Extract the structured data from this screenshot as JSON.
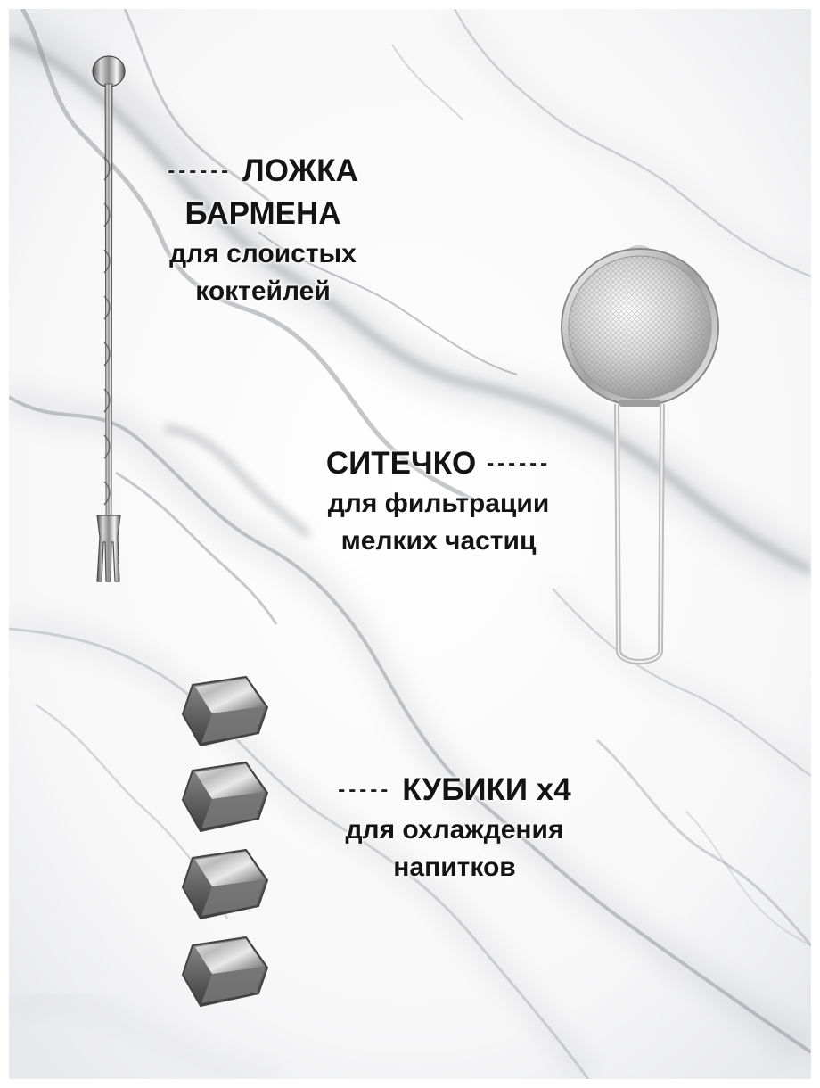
{
  "labels": {
    "spoon": {
      "title_line_1": "ЛОЖКА",
      "title_line_2": "БАРМЕНА",
      "description_line_1": "для слоистых",
      "description_line_2": "коктейлей"
    },
    "strainer": {
      "title": "СИТЕЧКО",
      "description_line_1": "для фильтрации",
      "description_line_2": "мелких частиц"
    },
    "cubes": {
      "title": "КУБИКИ х4",
      "description_line_1": "для охлаждения",
      "description_line_2": "напитков"
    }
  },
  "products": {
    "spoon_icon": "bar-spoon-icon",
    "strainer_icon": "strainer-icon",
    "cube_icon": "ice-cube-icon",
    "cube_count": 4
  },
  "colors": {
    "text": "#141414",
    "marble_base": "#f1f2f4",
    "marble_vein": "#8d9097",
    "metal_light": "#f3f3f3",
    "metal_mid": "#a8a8a8",
    "metal_dark": "#555555"
  }
}
